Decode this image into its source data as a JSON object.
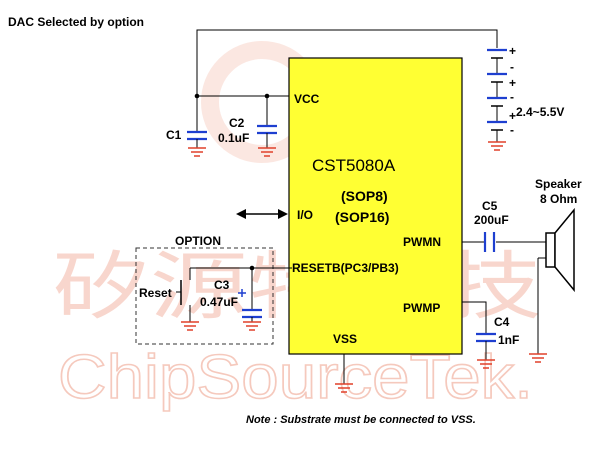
{
  "title": "DAC Selected by option",
  "chip": {
    "name": "CST5080A",
    "package1": "(SOP8)",
    "package2": "(SOP16)"
  },
  "pins": {
    "vcc": "VCC",
    "io": "I/O",
    "resetb": "RESETB(PC3/PB3)",
    "pwmn": "PWMN",
    "pwmp": "PWMP",
    "vss": "VSS"
  },
  "components": {
    "c1": "C1",
    "c2": "C2",
    "c2_value": "0.1uF",
    "c3": "C3",
    "c3_value": "0.47uF",
    "c4": "C4",
    "c4_value": "1nF",
    "c5": "C5",
    "c5_value": "200uF",
    "speaker": "Speaker",
    "speaker_value": "8 Ohm",
    "battery_range": "2.4~5.5V",
    "reset": "Reset"
  },
  "option_label": "OPTION",
  "plus_sign": "+",
  "minus_sign": "-",
  "note": "Note : Substrate must be connected to VSS.",
  "watermark": {
    "cjk": "矽源特科技",
    "latin": "ChipSourceTek."
  },
  "colors": {
    "chip_fill": "#ffff33",
    "capacitor": "#1e3fd0",
    "ground": "#e0402a",
    "watermark": "#f6c9bd"
  }
}
